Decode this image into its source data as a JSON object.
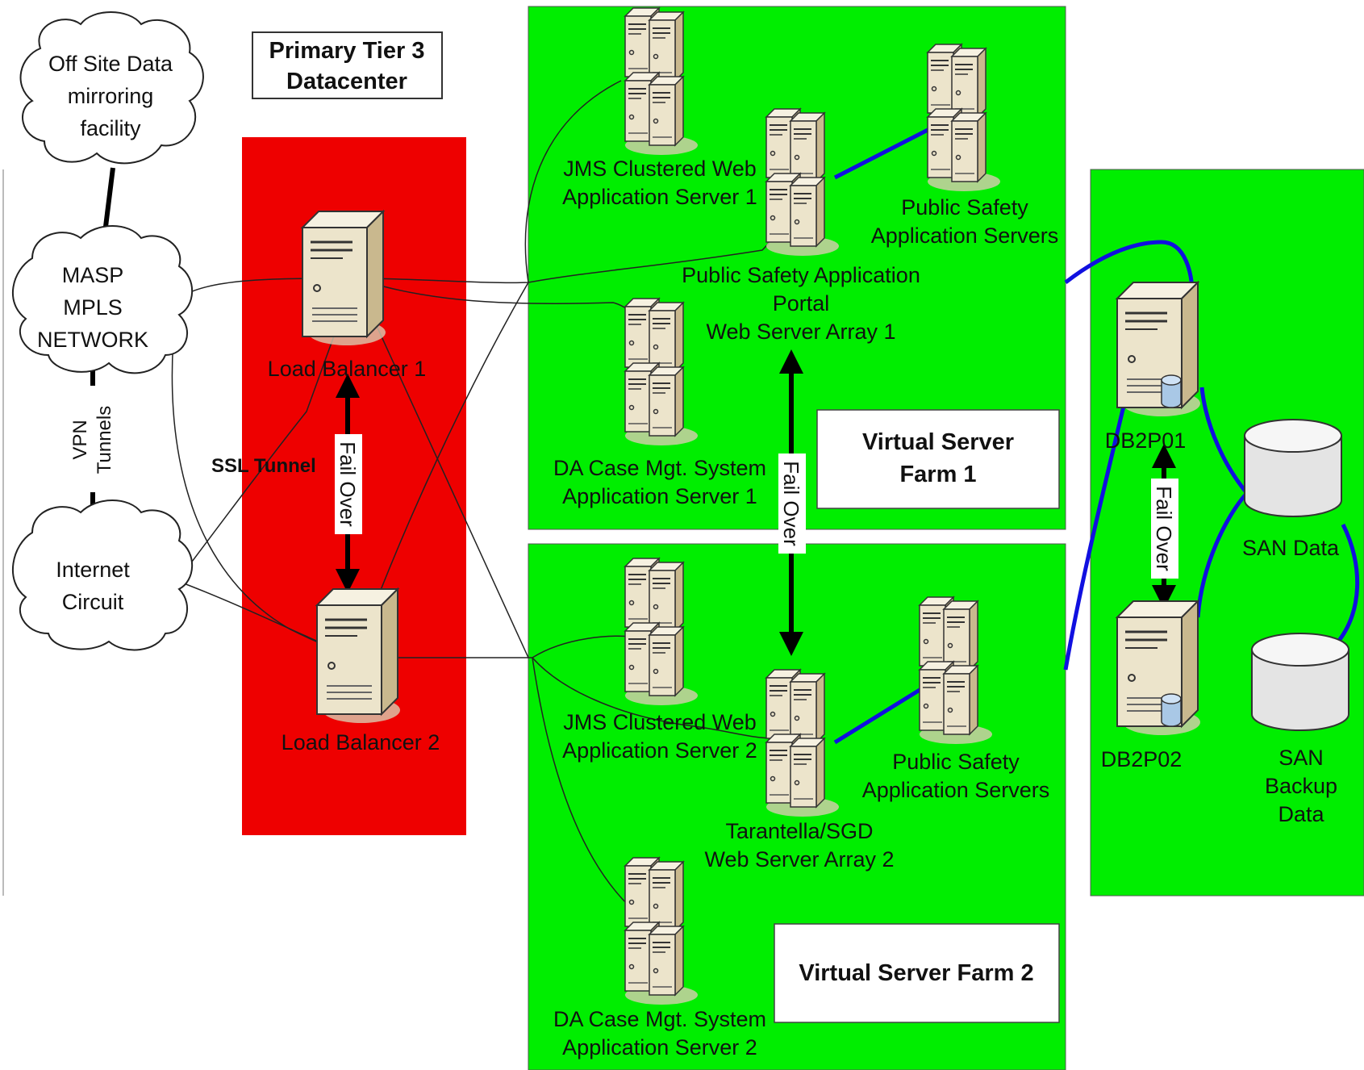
{
  "title": {
    "line1": "Primary Tier 3",
    "line2": "Datacenter"
  },
  "clouds": {
    "offsite": [
      "Off Site Data",
      "mirroring",
      "facility"
    ],
    "masp": [
      "MASP",
      "MPLS",
      "NETWORK"
    ],
    "internet": [
      "Internet",
      "Circuit"
    ]
  },
  "vpn": [
    "VPN",
    "Tunnels"
  ],
  "ssl_tunnel": "SSL Tunnel",
  "fail_over": "Fail Over",
  "load_balancers": {
    "lb1": "Load Balancer 1",
    "lb2": "Load Balancer 2"
  },
  "farm1": {
    "title": [
      "Virtual Server",
      "Farm 1"
    ],
    "jms": [
      "JMS Clustered Web",
      "Application Server 1"
    ],
    "psas": [
      "Public Safety",
      "Application Servers"
    ],
    "portal": [
      "Public Safety Application",
      "Portal",
      "Web Server Array 1"
    ],
    "da": [
      "DA Case Mgt. System",
      "Application Server 1"
    ]
  },
  "farm2": {
    "title": "Virtual Server Farm 2",
    "jms": [
      "JMS Clustered Web",
      "Application Server 2"
    ],
    "psas": [
      "Public Safety",
      "Application Servers"
    ],
    "tarantella": [
      "Tarantella/SGD",
      "Web Server Array 2"
    ],
    "da": [
      "DA Case Mgt. System",
      "Application Server 2"
    ]
  },
  "db": {
    "db1": "DB2P01",
    "db2": "DB2P02",
    "san_data": "SAN Data",
    "san_backup": [
      "SAN",
      "Backup",
      "Data"
    ]
  },
  "colors": {
    "red_zone": "#ee0000",
    "green_zone": "#00ee00",
    "blue_link": "#1010e0",
    "server_body": "#eee6cf",
    "server_side": "#cdbf98"
  }
}
